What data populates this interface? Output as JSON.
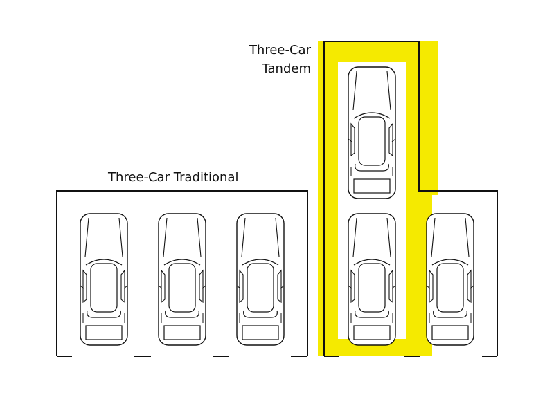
{
  "labels": {
    "traditional": "Three-Car Traditional",
    "tandem_line1": "Three-Car",
    "tandem_line2": "Tandem"
  },
  "colors": {
    "highlight": "#f5ea00",
    "line": "#111111",
    "background": "#ffffff"
  },
  "icons": {
    "car": "car-top-view-icon"
  }
}
